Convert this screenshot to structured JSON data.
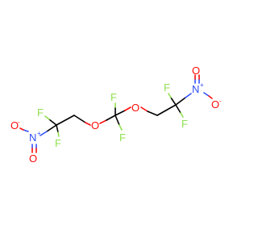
{
  "molecule": {
    "atoms": [
      {
        "element": "F",
        "label": "F"
      },
      {
        "element": "F",
        "label": "F"
      },
      {
        "element": "F",
        "label": "F"
      },
      {
        "element": "F",
        "label": "F"
      },
      {
        "element": "F",
        "label": "F"
      },
      {
        "element": "F",
        "label": "F"
      },
      {
        "element": "O",
        "label": "O"
      },
      {
        "element": "O",
        "label": "O"
      },
      {
        "element": "N",
        "label": "N"
      },
      {
        "element": "N",
        "label": "N"
      },
      {
        "element": "O",
        "label": "O"
      },
      {
        "element": "O",
        "label": "O"
      },
      {
        "element": "O",
        "label": "O"
      },
      {
        "element": "O",
        "label": "O"
      }
    ],
    "charges": {
      "plus": "+",
      "minus": "-"
    },
    "colors": {
      "carbon_bond": "#000000",
      "fluorine": "#90e050",
      "oxygen": "#ff0d0d",
      "nitrogen": "#3050f8",
      "background": "#ffffff"
    }
  }
}
